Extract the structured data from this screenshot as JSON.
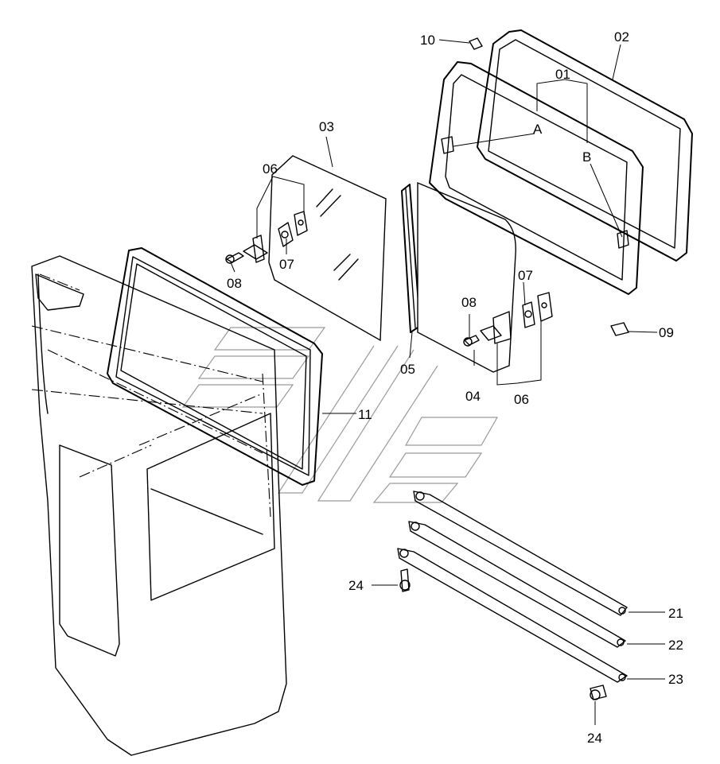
{
  "callouts": {
    "c01": "01",
    "c02": "02",
    "c03": "03",
    "c04": "04",
    "c05": "05",
    "c06a": "06",
    "c06b": "06",
    "c07a": "07",
    "c07b": "07",
    "c08a": "08",
    "c08b": "08",
    "c09": "09",
    "c10": "10",
    "c11": "11",
    "c21": "21",
    "c22": "22",
    "c23": "23",
    "c24a": "24",
    "c24b": "24",
    "cA": "A",
    "cB": "B"
  },
  "colors": {
    "line": "#000000",
    "watermark": "#9a9a9a",
    "background": "#ffffff"
  }
}
